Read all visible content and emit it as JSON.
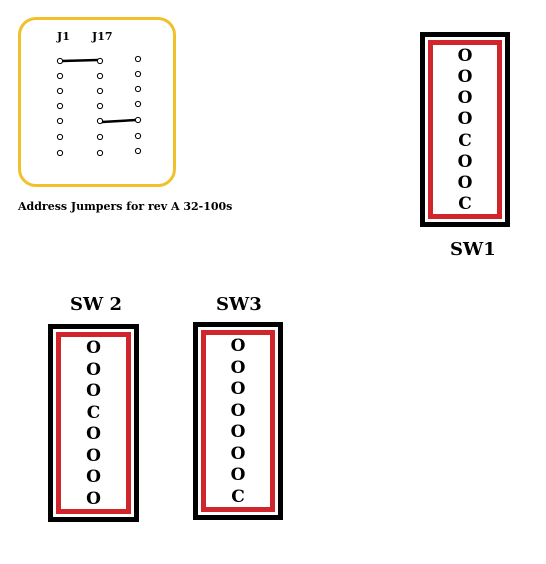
{
  "jumper_block": {
    "header_left": "J1",
    "header_right": "J17",
    "caption": "Address Jumpers for rev A 32-100s"
  },
  "switches": [
    {
      "id": "sw1",
      "title": "SW1",
      "positions": [
        "O",
        "O",
        "O",
        "O",
        "C",
        "O",
        "O",
        "C"
      ]
    },
    {
      "id": "sw2",
      "title": "SW 2",
      "positions": [
        "O",
        "O",
        "O",
        "C",
        "O",
        "O",
        "O",
        "O"
      ]
    },
    {
      "id": "sw3",
      "title": "SW3",
      "positions": [
        "O",
        "O",
        "O",
        "O",
        "O",
        "O",
        "O",
        "C"
      ]
    }
  ]
}
